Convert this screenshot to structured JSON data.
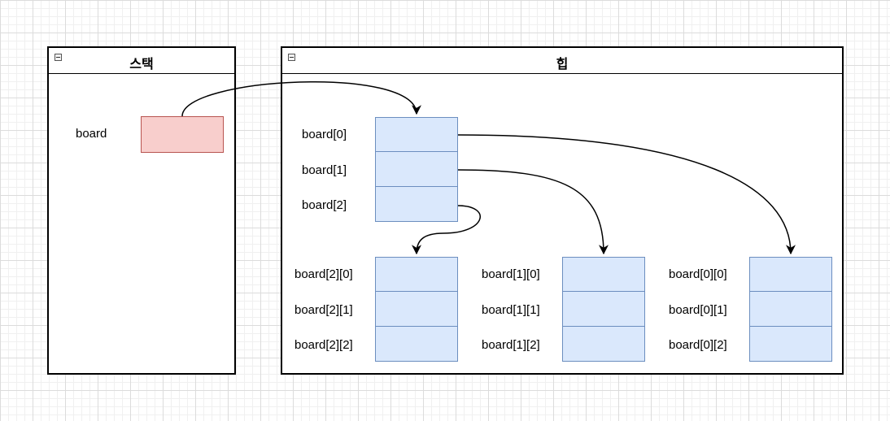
{
  "stack": {
    "title": "스택",
    "var_label": "board"
  },
  "heap": {
    "title": "힙",
    "outer_labels": [
      "board[0]",
      "board[1]",
      "board[2]"
    ],
    "inner_groups": [
      {
        "labels": [
          "board[2][0]",
          "board[2][1]",
          "board[2][2]"
        ]
      },
      {
        "labels": [
          "board[1][0]",
          "board[1][1]",
          "board[1][2]"
        ]
      },
      {
        "labels": [
          "board[0][0]",
          "board[0][1]",
          "board[0][2]"
        ]
      }
    ]
  },
  "colors": {
    "stack_cell_fill": "#f8cecc",
    "stack_cell_stroke": "#b85450",
    "heap_cell_fill": "#dae8fc",
    "heap_cell_stroke": "#6c8ebf"
  }
}
